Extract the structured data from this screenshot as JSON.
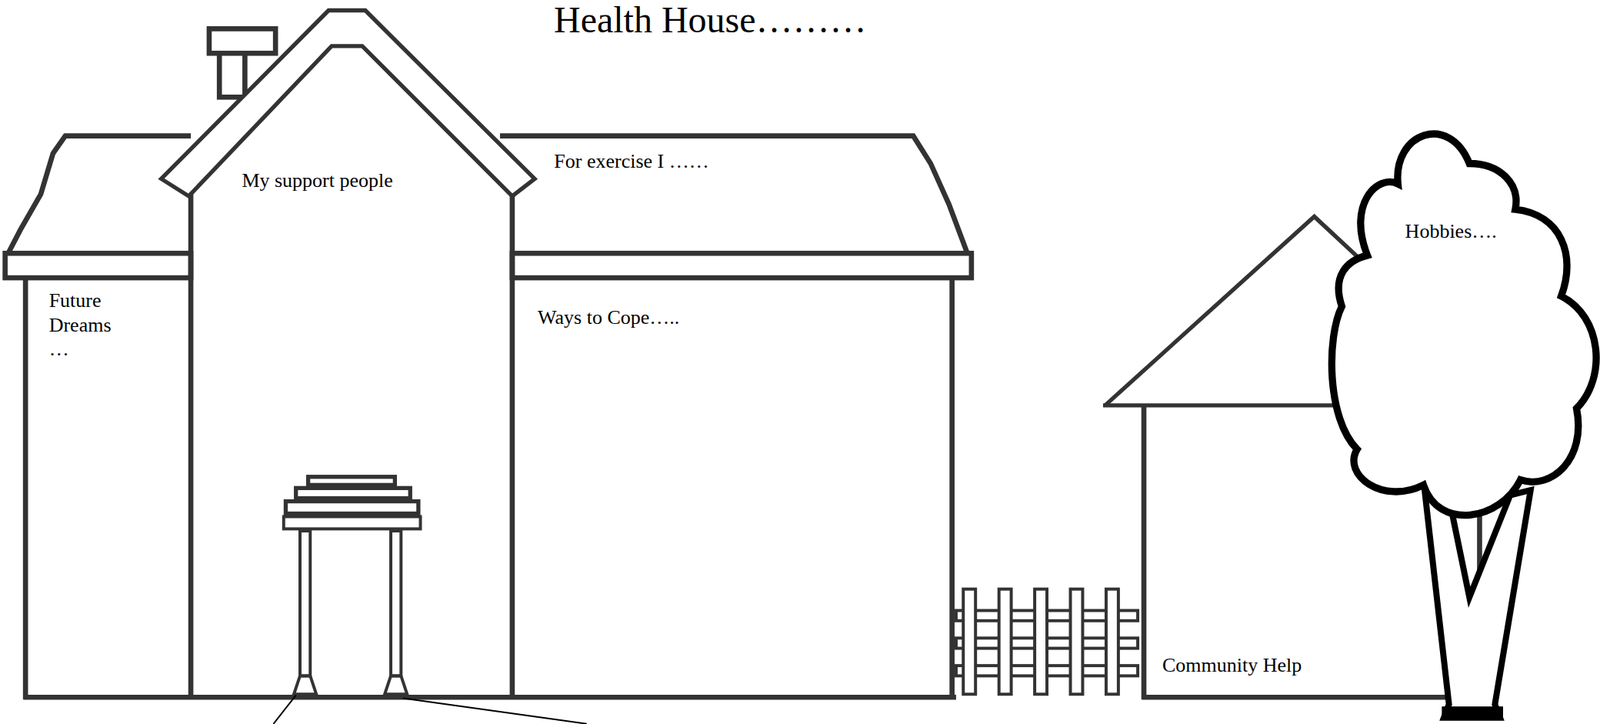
{
  "diagram": {
    "title": "Health House………",
    "nodes": [
      {
        "text": [
          "My support people"
        ]
      },
      {
        "text": [
          "For exercise I ……"
        ]
      },
      {
        "text": [
          "Hobbies…."
        ]
      },
      {
        "text": [
          "Future Dreams …"
        ]
      },
      {
        "text": [
          "Ways to Cope….."
        ]
      },
      {
        "text": [
          "Community Help"
        ]
      }
    ]
  }
}
